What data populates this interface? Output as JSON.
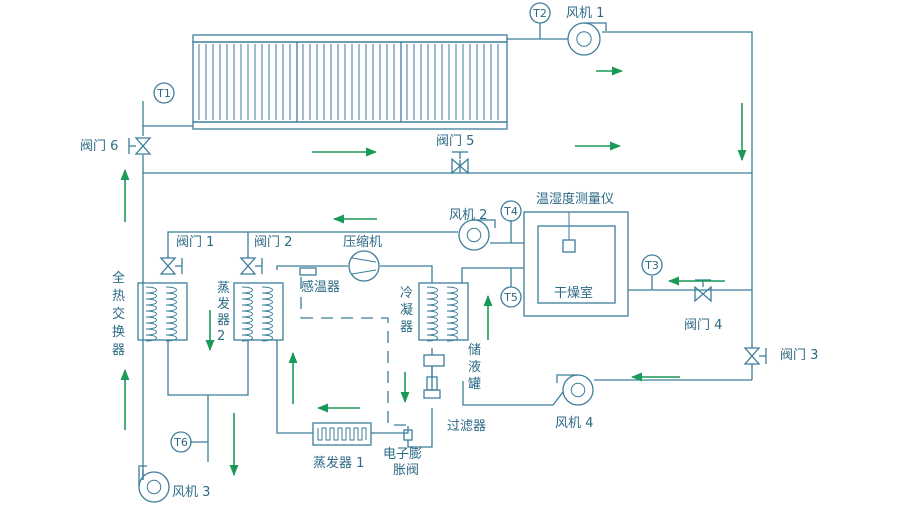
{
  "colors": {
    "line": "#3c7e9b",
    "flow_arrow": "#1a9957",
    "text": "#2d6a85"
  },
  "sensors": {
    "t1": "T1",
    "t2": "T2",
    "t3": "T3",
    "t4": "T4",
    "t5": "T5",
    "t6": "T6"
  },
  "labels": {
    "fan1": "风机 1",
    "fan2": "风机 2",
    "fan3": "风机 3",
    "fan4": "风机 4",
    "valve1": "阀门 1",
    "valve2": "阀门 2",
    "valve3": "阀门 3",
    "valve4": "阀门 4",
    "valve5": "阀门 5",
    "valve6": "阀门 6",
    "compressor": "压缩机",
    "temp_sensor": "感温器",
    "hygrometer": "温湿度测量仪",
    "drying_room": "干燥室",
    "filter": "过滤器",
    "expansion_valve_1": "电子膨",
    "expansion_valve_2": "胀阀",
    "evaporator1": "蒸发器 1",
    "heat_exchanger": [
      "全",
      "热",
      "交",
      "换",
      "器"
    ],
    "evaporator2": [
      "蒸",
      "发",
      "器",
      "2"
    ],
    "condenser": [
      "冷",
      "凝",
      "器"
    ],
    "receiver": [
      "储",
      "液",
      "罐"
    ]
  }
}
